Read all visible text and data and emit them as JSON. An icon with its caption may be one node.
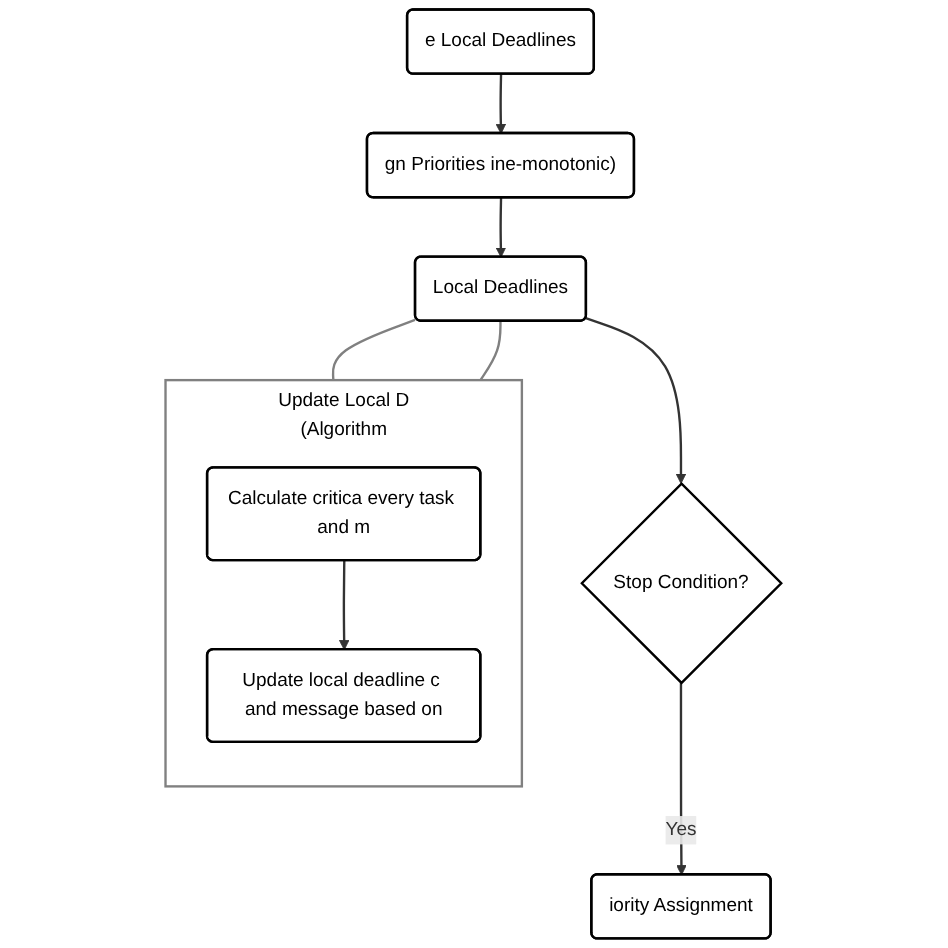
{
  "diagram": {
    "nodes": [
      {
        "text": [
          "e Local Deadlines"
        ]
      },
      {
        "text": [
          "gn Priorities ine-monotonic)"
        ]
      },
      {
        "text": [
          "Local Deadlines"
        ]
      },
      {
        "text": [
          "Stop Condition?"
        ]
      },
      {
        "text": [
          "iority Assignment"
        ]
      },
      {
        "text": [
          "Update Local D",
          "(Algorithm"
        ]
      },
      {
        "text": [
          "Calculate critica every task and m"
        ],
        "in": 5
      },
      {
        "text": [
          "Update local deadline c and message based on"
        ],
        "in": 5
      }
    ],
    "edges": [
      {
        "from": 0,
        "to": 1,
        "arrow": "to"
      },
      {
        "from": 1,
        "to": 2,
        "arrow": "to"
      },
      {
        "from": 2,
        "to": 3,
        "arrow": "to"
      },
      {
        "from": 3,
        "to": 4,
        "arrow": "to",
        "label": "Yes"
      },
      {
        "from": 6,
        "to": 7,
        "arrow": "to"
      },
      {
        "from": 2,
        "to": 5,
        "arrow": "none",
        "color": "#808080"
      },
      {
        "from": 2,
        "to": 5,
        "arrow": "none",
        "color": "#808080"
      }
    ]
  }
}
